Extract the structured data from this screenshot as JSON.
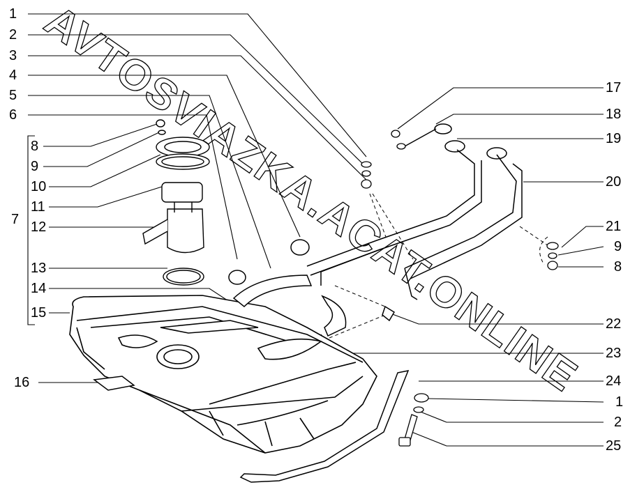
{
  "watermark": "AVTOSVIAZKA.ACAT.ONLINE",
  "callouts_left": [
    "1",
    "2",
    "3",
    "4",
    "5",
    "6",
    "8",
    "9",
    "10",
    "11",
    "12",
    "13",
    "14",
    "15",
    "16"
  ],
  "group_label": "7",
  "callouts_right": [
    "17",
    "18",
    "19",
    "20",
    "21",
    "9",
    "8",
    "22",
    "23",
    "24",
    "1",
    "2",
    "25"
  ]
}
